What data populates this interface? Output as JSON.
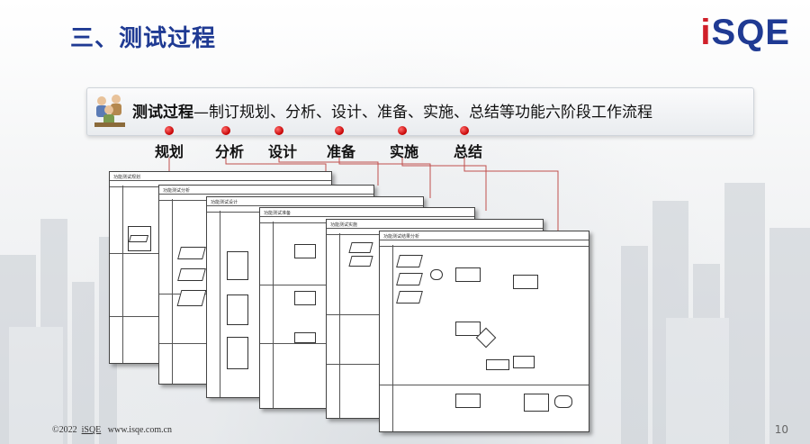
{
  "slide": {
    "title": "三、测试过程",
    "logo": {
      "i": "i",
      "rest": "SQE"
    },
    "banner": {
      "bold": "测试过程",
      "text": "—制订规划、分析、设计、准备、实施、总结等功能六阶段工作流程",
      "icon": "people-meeting-icon"
    },
    "phases": [
      "规划",
      "分析",
      "设计",
      "准备",
      "实施",
      "总结"
    ],
    "documents": [
      "功能测试规划",
      "功能测试分析",
      "功能测试设计",
      "功能测试准备",
      "功能测试实施",
      "功能测试结果分析"
    ],
    "footer": {
      "copyright": "©2022",
      "brand": "iSQE",
      "url": "www.isqe.com.cn"
    },
    "page_number": "10"
  },
  "colors": {
    "title": "#1f3a93",
    "accent": "#c40000",
    "connector": "#c0504d"
  }
}
